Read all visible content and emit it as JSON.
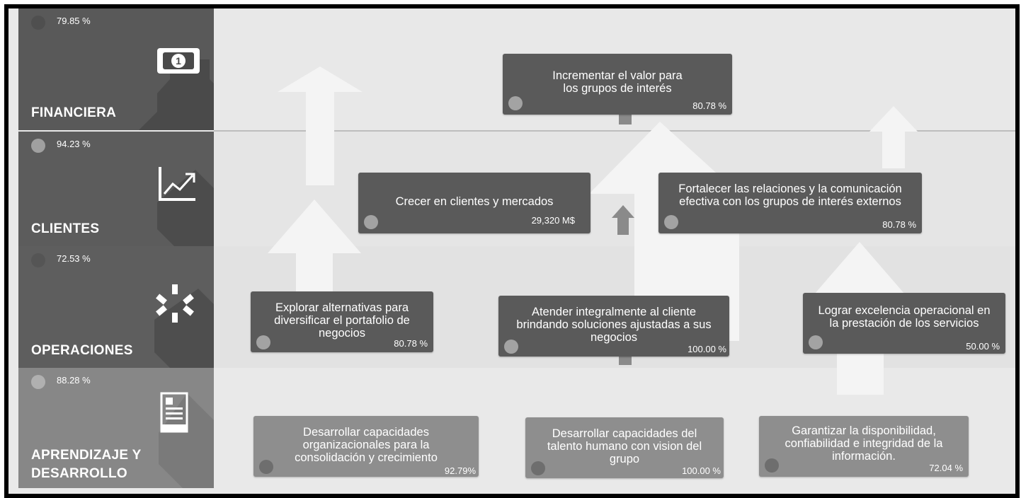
{
  "perspectives": [
    {
      "name": "FINANCIERA",
      "percent": "79.85 %",
      "icon": "money-bill-icon"
    },
    {
      "name": "CLIENTES",
      "percent": "94.23 %",
      "icon": "growth-chart-icon"
    },
    {
      "name": "OPERACIONES",
      "percent": "72.53 %",
      "icon": "loading-spinner-icon"
    },
    {
      "name": "APRENDIZAJE Y DESARROLLO",
      "name_line1": "APRENDIZAJE Y",
      "name_line2": "DESARROLLO",
      "percent": "88.28 %",
      "icon": "document-icon"
    }
  ],
  "objectives": {
    "incrementar": {
      "text": "Incrementar el valor para los grupos de interés",
      "value": "80.78 %"
    },
    "crecer": {
      "text": "Crecer en clientes y mercados",
      "value": "29,320 M$"
    },
    "fortalecer": {
      "text": "Fortalecer las relaciones y la comunicación efectiva con los grupos de interés externos",
      "value": "80.78 %"
    },
    "explorar": {
      "text": "Explorar alternativas para diversificar el portafolio de negocios",
      "value": "80.78 %"
    },
    "atender": {
      "text": "Atender integralmente al cliente brindando soluciones ajustadas a sus negocios",
      "value": "100.00 %"
    },
    "lograr": {
      "text": "Lograr excelencia operacional en la prestación de los servicios",
      "value": "50.00 %"
    },
    "desarrollar_org": {
      "text": "Desarrollar capacidades organizacionales para la consolidación y crecimiento",
      "value": "92.79%"
    },
    "desarrollar_talento": {
      "text": "Desarrollar capacidades del talento humano con vision del grupo",
      "value": "100.00 %"
    },
    "garantizar": {
      "text": "Garantizar la disponibilidad, confiabilidad e integridad de la información.",
      "value": "72.04 %"
    }
  },
  "colors": {
    "sidebar_dark": "#595959",
    "sidebar_light": "#878787",
    "objective_dark": "#5a5a5a",
    "objective_light": "#8e8e8e",
    "arrow": "#f4f4f4",
    "connector": "#8a8a8a"
  }
}
